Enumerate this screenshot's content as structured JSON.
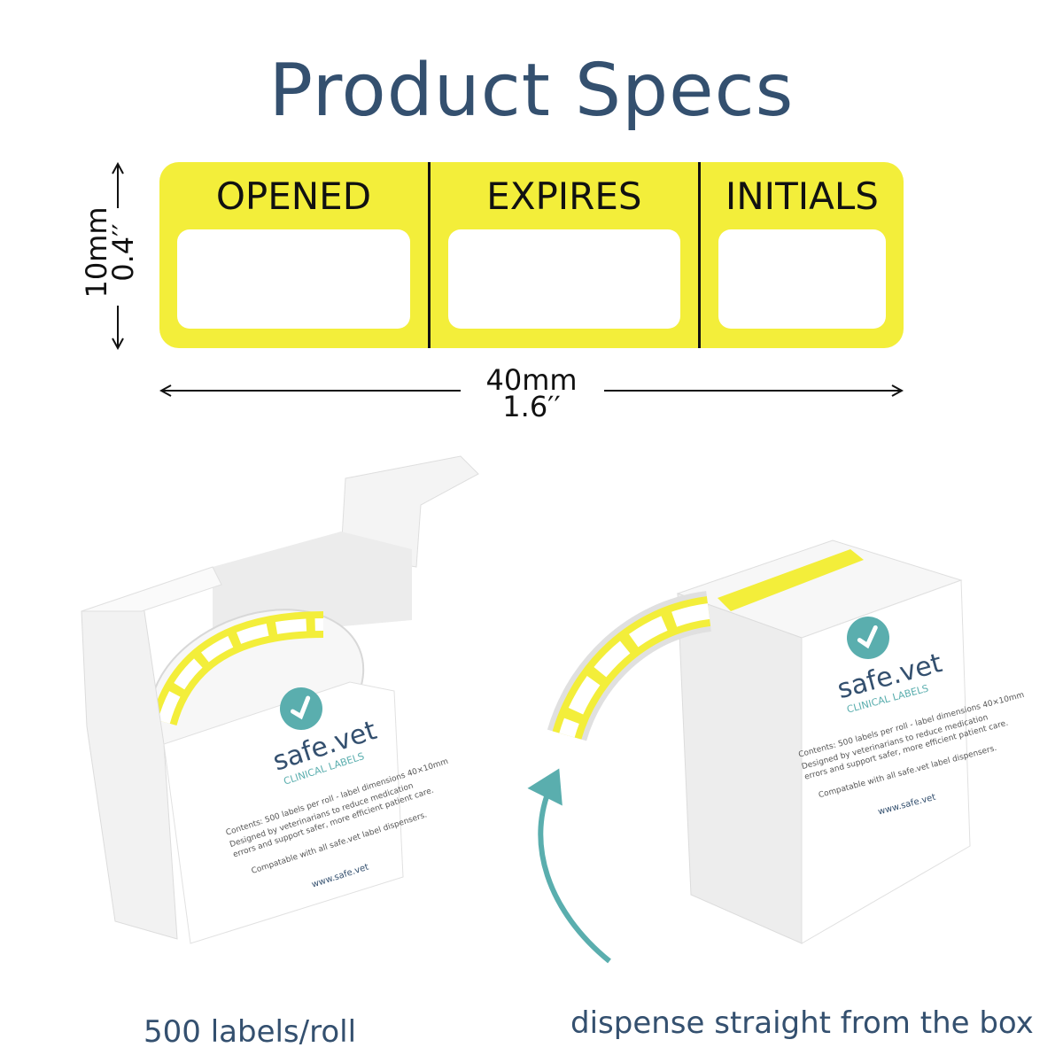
{
  "title": "Product Specs",
  "label": {
    "fields": [
      "OPENED",
      "EXPIRES",
      "INITIALS"
    ],
    "color": "#f3ee3a"
  },
  "dimensions": {
    "height_mm": "10mm",
    "height_in": "0.4′′",
    "width_mm": "40mm",
    "width_in": "1.6′′"
  },
  "box": {
    "brand": "safe.vet",
    "subtitle": "CLINICAL LABELS",
    "contents": "Contents: 500 labels per roll - label dimensions 40×10mm",
    "description_1": "Designed by veterinarians to reduce medication",
    "description_2": "errors and support safer, more efficient patient care.",
    "compatibility": "Compatable with all safe.vet label dispensers.",
    "website": "www.safe.vet",
    "brand_color": "#5aaeae",
    "check_icon": "check-icon"
  },
  "captions": {
    "left": "500 labels/roll",
    "right": "dispense straight from the box"
  },
  "colors": {
    "title": "#34506f",
    "accent": "#5aaeae"
  }
}
